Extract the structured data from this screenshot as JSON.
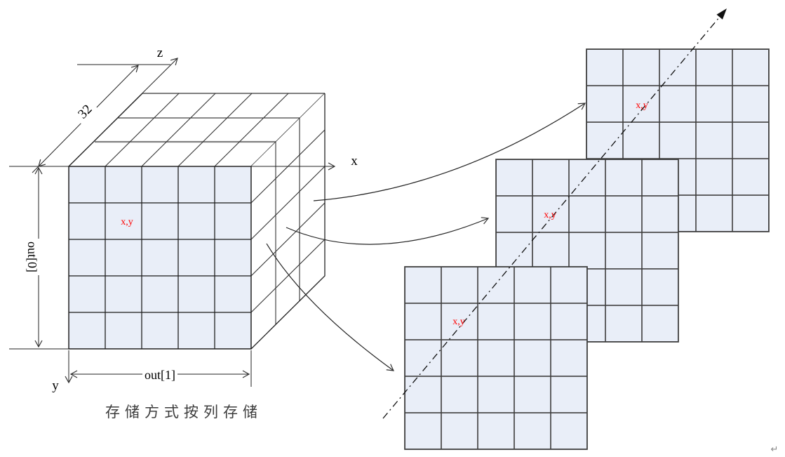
{
  "diagram": {
    "caption": "存储方式按列存储",
    "axes": {
      "x": "x",
      "y": "y",
      "z": "z"
    },
    "dims": {
      "depth": "32",
      "out0": "out[0]",
      "out1": "out[1]"
    },
    "cell_label": "x,y",
    "paragraph_mark": "↵",
    "colors": {
      "cell_fill": "#e9eef8",
      "plane_grid_line": "#3d3d3d",
      "cube_line": "#1f1f1f",
      "highlight": "#ff0000",
      "ref_line_gray": "#808080",
      "caption_color": "#3c3c3c"
    }
  }
}
